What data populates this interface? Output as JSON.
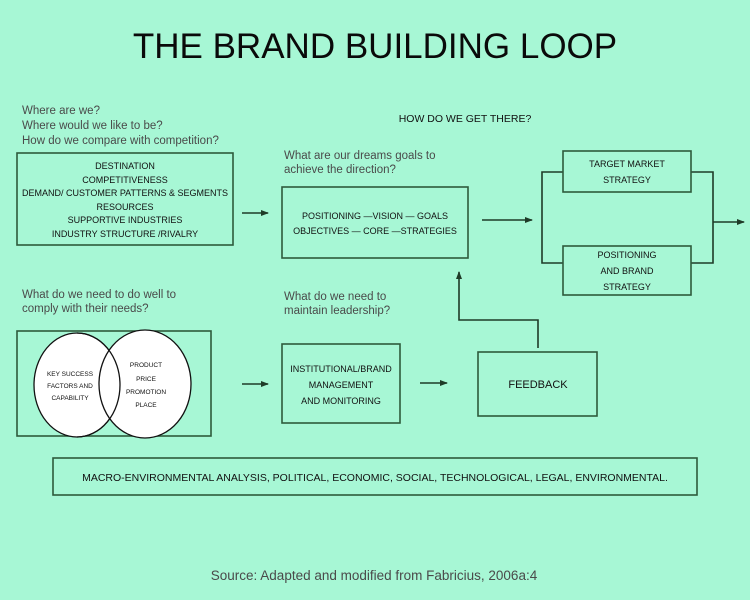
{
  "title": "THE BRAND BUILDING LOOP",
  "colors": {
    "background": "#a7f7d5",
    "border": "#2e5a3c",
    "ellipse_fill": "#ffffff"
  },
  "questions_top_left": [
    "Where are we?",
    "Where would we like to be?",
    "How do we compare with competition?"
  ],
  "how_heading": "HOW DO WE GET THERE?",
  "questions_top_middle": [
    "What are our dreams goals to",
    "achieve the direction?"
  ],
  "box_analysis": [
    "DESTINATION",
    "COMPETITIVENESS",
    "DEMAND/ CUSTOMER PATTERNS & SEGMENTS",
    "RESOURCES",
    "SUPPORTIVE INDUSTRIES",
    "INDUSTRY STRUCTURE /RIVALRY"
  ],
  "box_positioning": [
    "POSITIONING —VISION — GOALS",
    "OBJECTIVES — CORE —STRATEGIES"
  ],
  "box_target_market": [
    "TARGET MARKET",
    "STRATEGY"
  ],
  "box_positioning_brand": [
    "POSITIONING",
    "AND BRAND",
    "STRATEGY"
  ],
  "questions_bottom_left": [
    "What do we need to do well to",
    "comply with their needs?"
  ],
  "questions_bottom_middle": [
    "What do we need to",
    "maintain leadership?"
  ],
  "venn_left": [
    "KEY SUCCESS",
    "FACTORS AND",
    "CAPABILITY"
  ],
  "venn_right": [
    "PRODUCT",
    "PRICE",
    "PROMOTION",
    "PLACE"
  ],
  "box_institutional": [
    "INSTITUTIONAL/BRAND",
    "MANAGEMENT",
    "AND MONITORING"
  ],
  "box_feedback": "FEEDBACK",
  "box_macro": "MACRO-ENVIRONMENTAL ANALYSIS, POLITICAL, ECONOMIC, SOCIAL, TECHNOLOGICAL, LEGAL, ENVIRONMENTAL.",
  "source": "Source: Adapted and modified from Fabricius, 2006a:4"
}
